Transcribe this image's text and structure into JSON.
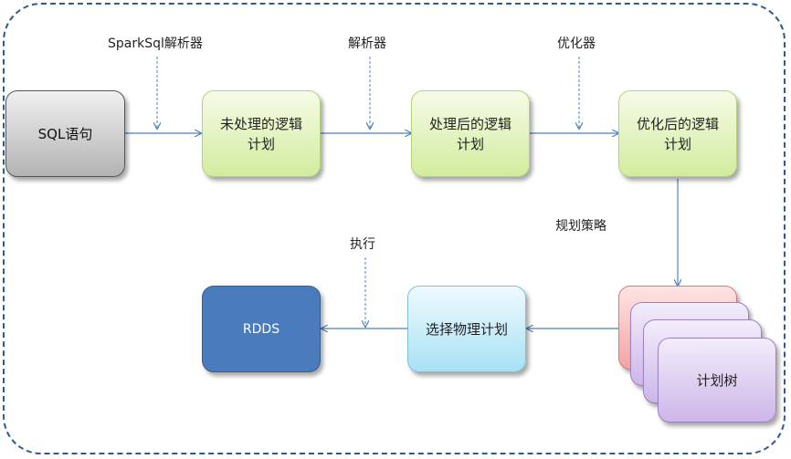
{
  "parsers": {
    "sparksql_parser": "SparkSql解析器",
    "parser": "解析器",
    "optimizer": "优化器"
  },
  "nodes": {
    "sql_statement": "SQL语句",
    "unresolved_plan_line1": "未处理的逻辑",
    "unresolved_plan_line2": "计划",
    "resolved_plan_line1": "处理后的逻辑",
    "resolved_plan_line2": "计划",
    "optimized_plan_line1": "优化后的逻辑",
    "optimized_plan_line2": "计划",
    "plan_tree": "计划树",
    "select_physical_plan": "选择物理计划",
    "rdds": "RDDS"
  },
  "labels": {
    "planning_strategy": "规划策略",
    "execute": "执行"
  },
  "colors": {
    "frame": "#2f5a8c",
    "arrow": "#4f81bd",
    "logical_plan_fill": "#d2ec9e",
    "rdds_fill": "#4a7bbd"
  }
}
